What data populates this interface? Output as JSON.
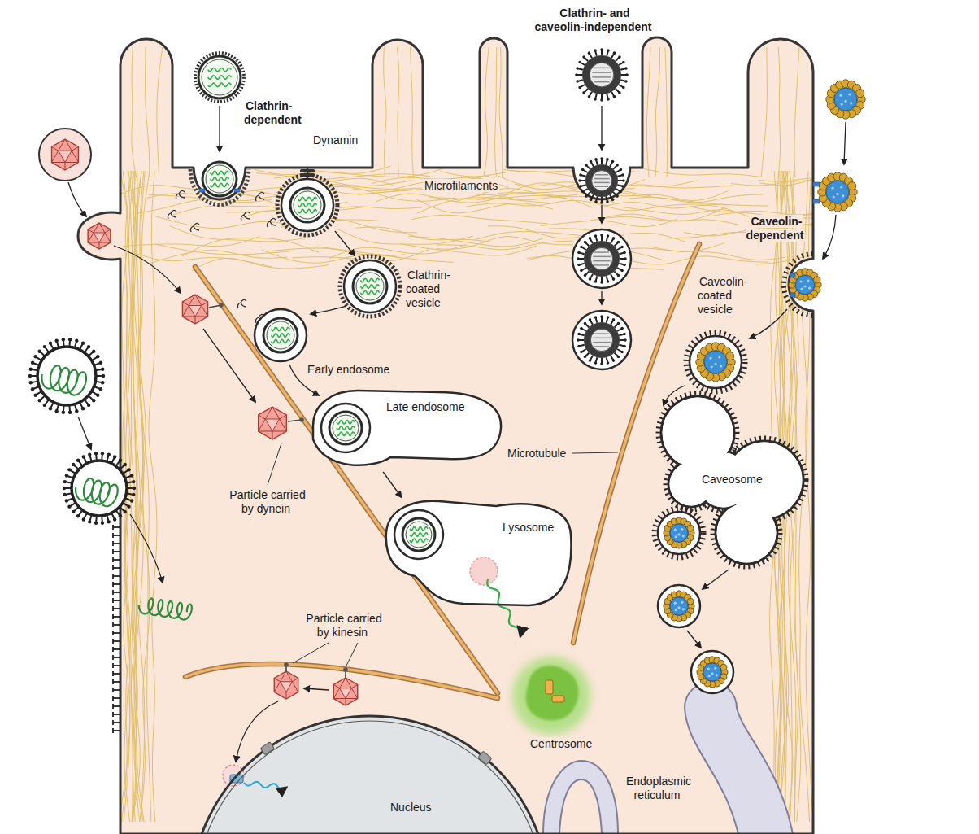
{
  "diagram": {
    "nodes": [
      {
        "text": [
          "Late endosome"
        ]
      },
      {
        "text": [
          "Lysosome"
        ]
      },
      {
        "text": [
          "Caveosome"
        ]
      },
      {
        "text": [
          "Nucleus"
        ]
      }
    ],
    "edges": [
      {
        "from": 0,
        "to": 1,
        "arrow": "to"
      }
    ],
    "labels": [
      "Clathrin- and caveolin-independent",
      "Clathrin- dependent",
      "Dynamin",
      "Microfilaments",
      "Caveolin- dependent",
      "Caveolin- coated vesicle",
      "Clathrin- coated vesicle",
      "Early endosome",
      "Particle carried by dynein",
      "Microtubule",
      "Particle carried by kinesin",
      "Centrosome",
      "Endoplasmic reticulum"
    ]
  }
}
